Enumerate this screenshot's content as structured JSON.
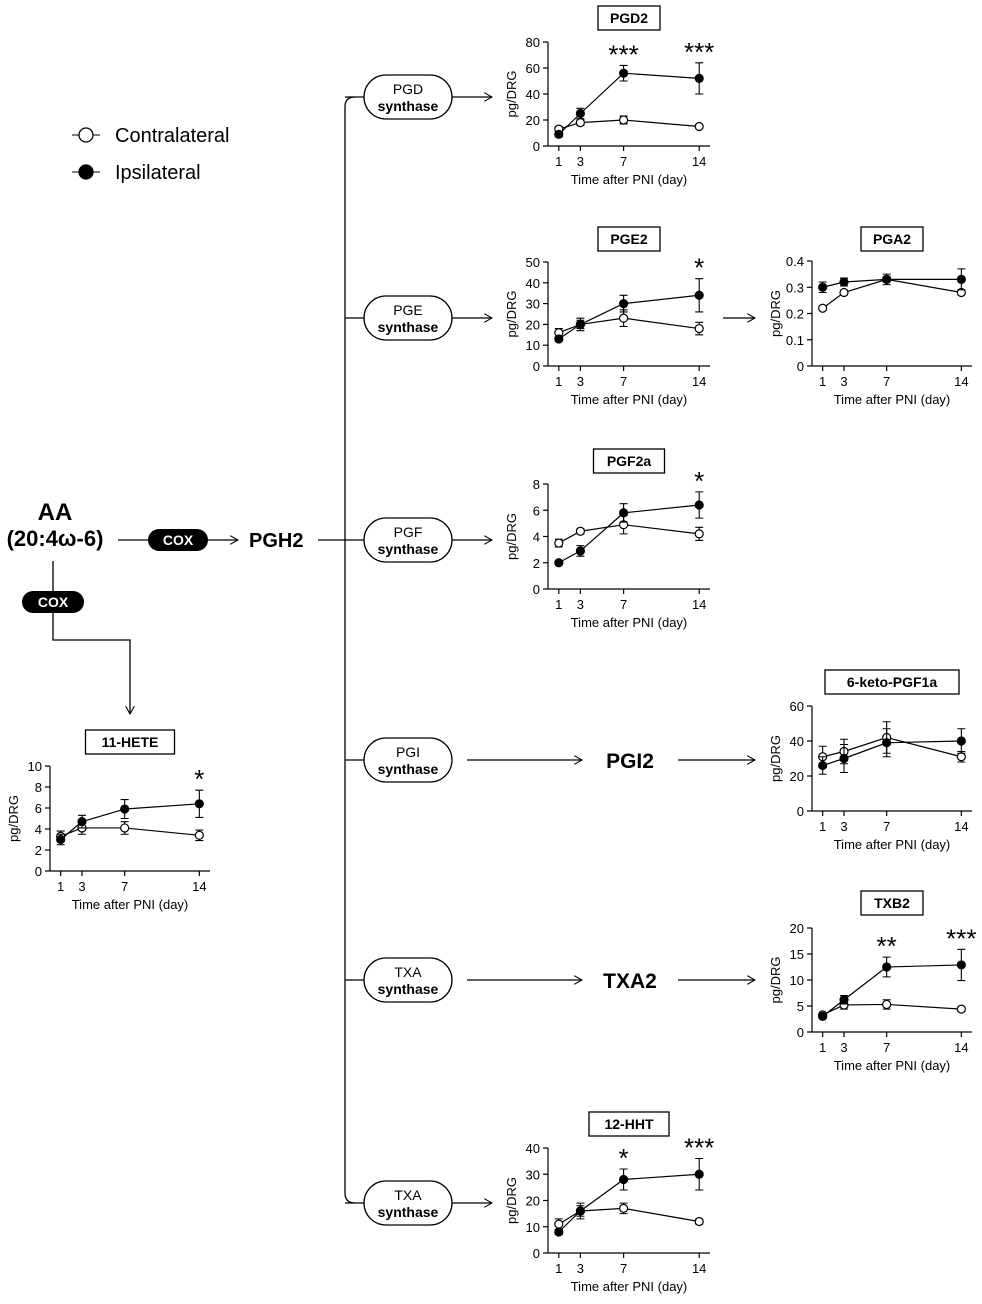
{
  "legend": {
    "contralateral": "Contralateral",
    "ipsilateral": "Ipsilateral"
  },
  "pathway": {
    "aa_line1": "AA",
    "aa_line2": "(20:4ω-6)",
    "cox_label": "COX",
    "pgh2": "PGH2",
    "pgi2": "PGI2",
    "txa2": "TXA2",
    "enzymes": [
      {
        "line1": "PGD",
        "line2": "synthase"
      },
      {
        "line1": "PGE",
        "line2": "synthase"
      },
      {
        "line1": "PGF",
        "line2": "synthase"
      },
      {
        "line1": "PGI",
        "line2": "synthase"
      },
      {
        "line1": "TXA",
        "line2": "synthase"
      },
      {
        "line1": "TXA",
        "line2": "synthase"
      }
    ]
  },
  "chart_data": [
    {
      "type": "line",
      "title": "PGD2",
      "xlabel": "Time after PNI (day)",
      "ylabel": "pg/DRG",
      "x": [
        1,
        3,
        7,
        14
      ],
      "ylim": [
        0,
        80
      ],
      "yticks": [
        0,
        20,
        40,
        60,
        80
      ],
      "series": [
        {
          "name": "Contralateral",
          "values": [
            13,
            18,
            20,
            15
          ],
          "errors": [
            2,
            2,
            3,
            1
          ]
        },
        {
          "name": "Ipsilateral",
          "values": [
            9,
            25,
            56,
            52
          ],
          "errors": [
            2,
            4,
            6,
            12
          ]
        }
      ],
      "annotations": [
        "",
        "",
        "***",
        "***"
      ]
    },
    {
      "type": "line",
      "title": "PGE2",
      "xlabel": "Time after PNI (day)",
      "ylabel": "pg/DRG",
      "x": [
        1,
        3,
        7,
        14
      ],
      "ylim": [
        0,
        50
      ],
      "yticks": [
        0,
        10,
        20,
        30,
        40,
        50
      ],
      "series": [
        {
          "name": "Contralateral",
          "values": [
            16,
            20,
            23,
            18
          ],
          "errors": [
            2,
            2,
            4,
            3
          ]
        },
        {
          "name": "Ipsilateral",
          "values": [
            13,
            20,
            30,
            34
          ],
          "errors": [
            1,
            3,
            4,
            8
          ]
        }
      ],
      "annotations": [
        "",
        "",
        "",
        "*"
      ]
    },
    {
      "type": "line",
      "title": "PGA2",
      "xlabel": "Time after PNI (day)",
      "ylabel": "pg/DRG",
      "x": [
        1,
        3,
        7,
        14
      ],
      "ylim": [
        0,
        0.4
      ],
      "yticks": [
        0,
        0.1,
        0.2,
        0.3,
        0.4
      ],
      "series": [
        {
          "name": "Contralateral",
          "values": [
            0.22,
            0.28,
            0.33,
            0.28
          ],
          "errors": [
            0.005,
            0.008,
            0.01,
            0.008
          ]
        },
        {
          "name": "Ipsilateral",
          "values": [
            0.3,
            0.32,
            0.33,
            0.33
          ],
          "errors": [
            0.02,
            0.015,
            0.02,
            0.04
          ]
        }
      ],
      "annotations": [
        "",
        "",
        "",
        ""
      ]
    },
    {
      "type": "line",
      "title": "PGF2a",
      "xlabel": "Time after PNI (day)",
      "ylabel": "pg/DRG",
      "x": [
        1,
        3,
        7,
        14
      ],
      "ylim": [
        0,
        8
      ],
      "yticks": [
        0,
        2,
        4,
        6,
        8
      ],
      "series": [
        {
          "name": "Contralateral",
          "values": [
            3.5,
            4.4,
            4.9,
            4.2
          ],
          "errors": [
            0.3,
            0.2,
            0.7,
            0.5
          ]
        },
        {
          "name": "Ipsilateral",
          "values": [
            2.0,
            2.9,
            5.8,
            6.4
          ],
          "errors": [
            0.1,
            0.4,
            0.7,
            1.0
          ]
        }
      ],
      "annotations": [
        "",
        "",
        "",
        "*"
      ]
    },
    {
      "type": "line",
      "title": "11-HETE",
      "xlabel": "Time after PNI (day)",
      "ylabel": "pg/DRG",
      "x": [
        1,
        3,
        7,
        14
      ],
      "ylim": [
        0,
        10
      ],
      "yticks": [
        0,
        2,
        4,
        6,
        8,
        10
      ],
      "series": [
        {
          "name": "Contralateral",
          "values": [
            3.3,
            4.1,
            4.1,
            3.4
          ],
          "errors": [
            0.5,
            0.6,
            0.6,
            0.5
          ]
        },
        {
          "name": "Ipsilateral",
          "values": [
            3.0,
            4.7,
            5.9,
            6.4
          ],
          "errors": [
            0.5,
            0.6,
            0.9,
            1.3
          ]
        }
      ],
      "annotations": [
        "",
        "",
        "",
        "*"
      ]
    },
    {
      "type": "line",
      "title": "6-keto-PGF1a",
      "xlabel": "Time after PNI (day)",
      "ylabel": "pg/DRG",
      "x": [
        1,
        3,
        7,
        14
      ],
      "ylim": [
        0,
        60
      ],
      "yticks": [
        0,
        20,
        40,
        60
      ],
      "series": [
        {
          "name": "Contralateral",
          "values": [
            31,
            34,
            42,
            31
          ],
          "errors": [
            6,
            7,
            9,
            3
          ]
        },
        {
          "name": "Ipsilateral",
          "values": [
            26,
            30,
            39,
            40
          ],
          "errors": [
            5,
            8,
            8,
            7
          ]
        }
      ],
      "annotations": [
        "",
        "",
        "",
        ""
      ]
    },
    {
      "type": "line",
      "title": "TXB2",
      "xlabel": "Time after PNI (day)",
      "ylabel": "pg/DRG",
      "x": [
        1,
        3,
        7,
        14
      ],
      "ylim": [
        0,
        20
      ],
      "yticks": [
        0,
        5,
        10,
        15,
        20
      ],
      "series": [
        {
          "name": "Contralateral",
          "values": [
            3.3,
            5.2,
            5.3,
            4.4
          ],
          "errors": [
            0.3,
            0.8,
            0.9,
            0.4
          ]
        },
        {
          "name": "Ipsilateral",
          "values": [
            3.0,
            6.2,
            12.5,
            12.9
          ],
          "errors": [
            0.3,
            0.8,
            1.9,
            3.0
          ]
        }
      ],
      "annotations": [
        "",
        "",
        "**",
        "***"
      ]
    },
    {
      "type": "line",
      "title": "12-HHT",
      "xlabel": "Time after PNI (day)",
      "ylabel": "pg/DRG",
      "x": [
        1,
        3,
        7,
        14
      ],
      "ylim": [
        0,
        40
      ],
      "yticks": [
        0,
        10,
        20,
        30,
        40
      ],
      "series": [
        {
          "name": "Contralateral",
          "values": [
            11,
            16,
            17,
            12
          ],
          "errors": [
            2,
            2,
            2,
            1
          ]
        },
        {
          "name": "Ipsilateral",
          "values": [
            8,
            16,
            28,
            30
          ],
          "errors": [
            1,
            3,
            4,
            6
          ]
        }
      ],
      "annotations": [
        "",
        "",
        "*",
        "***"
      ]
    }
  ]
}
